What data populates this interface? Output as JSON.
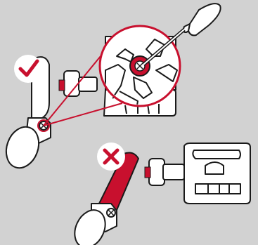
{
  "figure": {
    "background_color": "#d2d2d2",
    "accent_color": "#c8102e",
    "line_color": "#1a1a1a",
    "panels": [
      {
        "id": "correct-install",
        "badge": "checkmark-icon",
        "crank_arm_color": "#ffffff",
        "detail_view": "magnified-screw-detail",
        "tool": "screwdriver-icon"
      },
      {
        "id": "incorrect-install",
        "badge": "cross-icon",
        "crank_arm_color": "#c8102e"
      }
    ]
  }
}
